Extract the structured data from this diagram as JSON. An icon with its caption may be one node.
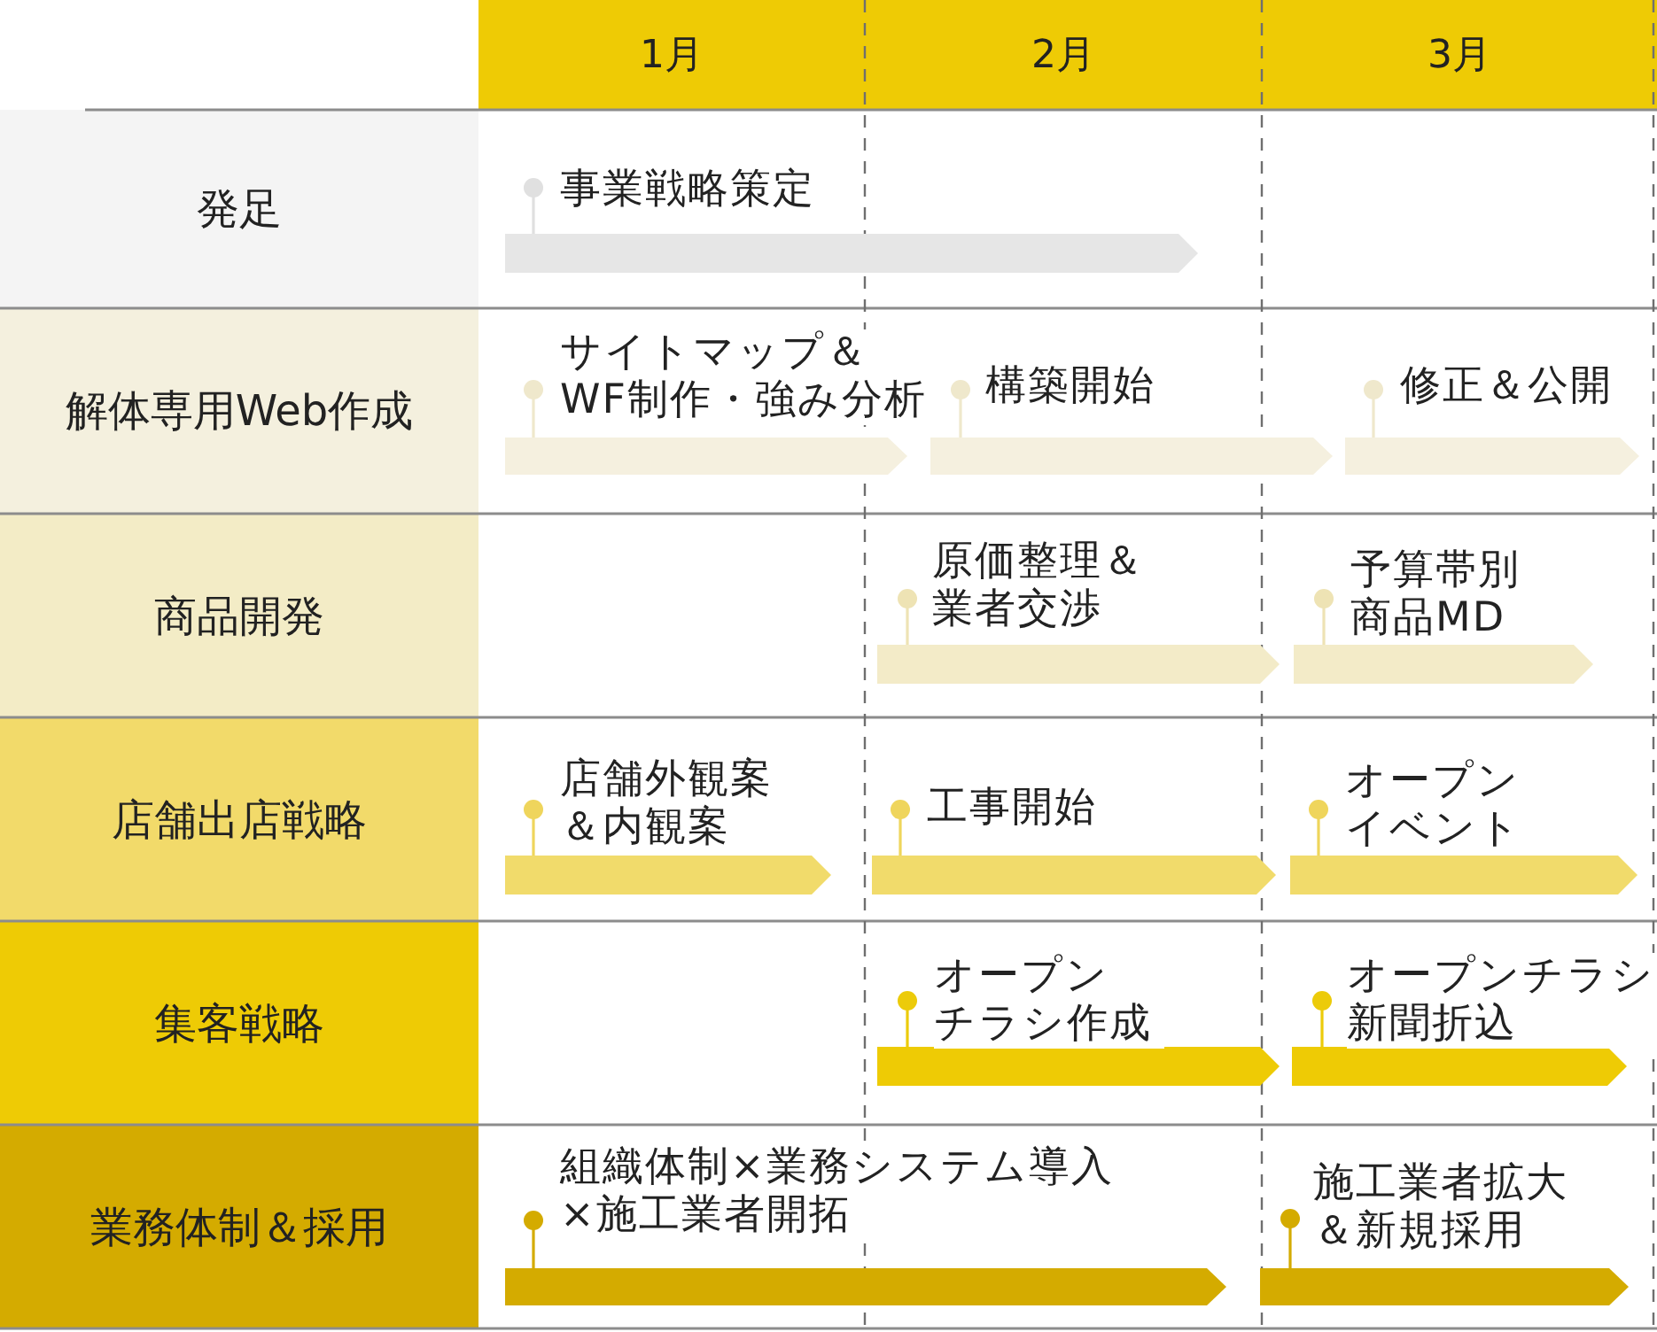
{
  "diagram": {
    "nodes": [
      {
        "text": [
          "1月"
        ]
      },
      {
        "text": [
          "2月"
        ]
      },
      {
        "text": [
          "3月"
        ]
      },
      {
        "text": [
          "発足"
        ]
      },
      {
        "text": [],
        "shape": "bar",
        "beside": [
          "事業戦略策定"
        ]
      },
      {
        "text": [
          "解体専用Web作成"
        ]
      },
      {
        "text": [],
        "shape": "bar",
        "beside": [
          "サイトマップ＆WF制作・強み分析"
        ]
      },
      {
        "text": [],
        "shape": "bar",
        "beside": [
          "構築開始"
        ]
      },
      {
        "text": [],
        "shape": "bar",
        "beside": [
          "修正＆公開"
        ]
      },
      {
        "text": [
          "商品開発"
        ]
      },
      {
        "text": [],
        "shape": "bar",
        "beside": [
          "原価整理＆業者交渉"
        ]
      },
      {
        "text": [],
        "shape": "bar",
        "beside": [
          "予算帯別商品MD"
        ]
      },
      {
        "text": [
          "店舗出店戦略"
        ]
      },
      {
        "text": [],
        "shape": "bar",
        "beside": [
          "店舗外観案＆内観案"
        ]
      },
      {
        "text": [],
        "shape": "bar",
        "beside": [
          "工事開始"
        ]
      },
      {
        "text": [],
        "shape": "bar",
        "beside": [
          "オープンイベント"
        ]
      },
      {
        "text": [
          "集客戦略"
        ]
      },
      {
        "text": [],
        "shape": "bar",
        "beside": [
          "オープンチラシ作成"
        ]
      },
      {
        "text": [],
        "shape": "bar",
        "beside": [
          "オープンチラシ新聞折込"
        ]
      },
      {
        "text": [
          "業務体制＆採用"
        ]
      },
      {
        "text": [],
        "shape": "bar",
        "beside": [
          "組織体制×業務システム導入×施工業者開拓"
        ]
      },
      {
        "text": [],
        "shape": "bar",
        "beside": [
          "施工業者拡大＆新規採用"
        ]
      }
    ]
  }
}
